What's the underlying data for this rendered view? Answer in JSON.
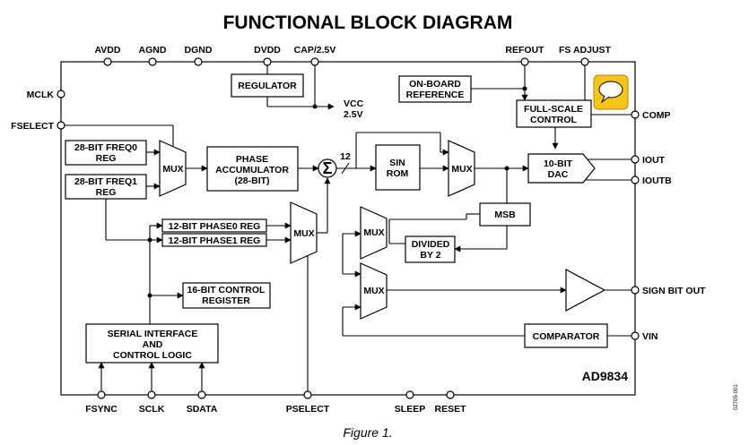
{
  "title": "FUNCTIONAL BLOCK DIAGRAM",
  "caption": "Figure 1.",
  "part_number": "AD9834",
  "figure_code": "02705-001",
  "pins": {
    "avdd": "AVDD",
    "agnd": "AGND",
    "dgnd": "DGND",
    "dvdd": "DVDD",
    "cap": "CAP/2.5V",
    "refout": "REFOUT",
    "fs_adjust": "FS ADJUST",
    "mclk": "MCLK",
    "fselect": "FSELECT",
    "comp": "COMP",
    "iout": "IOUT",
    "ioutb": "IOUTB",
    "sign_bit_out": "SIGN BIT OUT",
    "vin": "VIN",
    "fsync": "FSYNC",
    "sclk": "SCLK",
    "sdata": "SDATA",
    "pselect": "PSELECT",
    "sleep": "SLEEP",
    "reset": "RESET"
  },
  "vcc": {
    "line1": "VCC",
    "line2": "2.5V"
  },
  "bus_width": "12",
  "sum_symbol": "Σ",
  "blocks": {
    "regulator": "REGULATOR",
    "onboard_ref": {
      "line1": "ON-BOARD",
      "line2": "REFERENCE"
    },
    "fullscale": {
      "line1": "FULL-SCALE",
      "line2": "CONTROL"
    },
    "freq0": {
      "line1": "28-BIT FREQ0",
      "line2": "REG"
    },
    "freq1": {
      "line1": "28-BIT FREQ1",
      "line2": "REG"
    },
    "mux": "MUX",
    "phase_acc": {
      "line1": "PHASE",
      "line2": "ACCUMULATOR",
      "line3": "(28-BIT)"
    },
    "sin_rom": {
      "line1": "SIN",
      "line2": "ROM"
    },
    "dac": {
      "line1": "10-BIT",
      "line2": "DAC"
    },
    "msb": "MSB",
    "phase0": "12-BIT PHASE0 REG",
    "phase1": "12-BIT PHASE1 REG",
    "divided": {
      "line1": "DIVIDED",
      "line2": "BY 2"
    },
    "control_reg": {
      "line1": "16-BIT CONTROL",
      "line2": "REGISTER"
    },
    "serial": {
      "line1": "SERIAL INTERFACE",
      "line2": "AND",
      "line3": "CONTROL LOGIC"
    },
    "comparator": "COMPARATOR"
  },
  "colors": {
    "note_icon_fill": "#f5c518",
    "note_icon_stroke": "#b8860b"
  }
}
